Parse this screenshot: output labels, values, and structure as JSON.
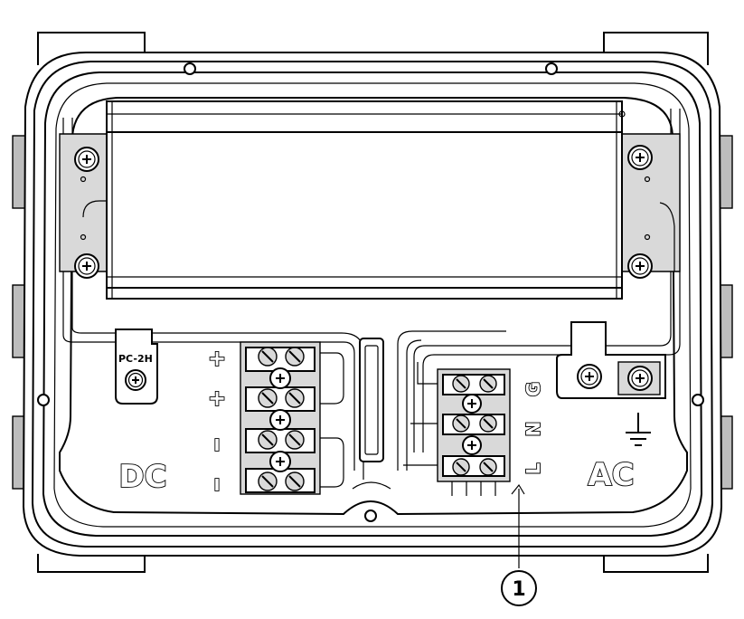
{
  "labels": {
    "dc": "DC",
    "ac": "AC",
    "module": "PC-2H",
    "dc_pos_1": "+",
    "dc_pos_2": "+",
    "dc_neg_1": "I",
    "dc_neg_2": "I",
    "ac_g": "G",
    "ac_n": "N",
    "ac_l": "L",
    "callout": "1"
  }
}
